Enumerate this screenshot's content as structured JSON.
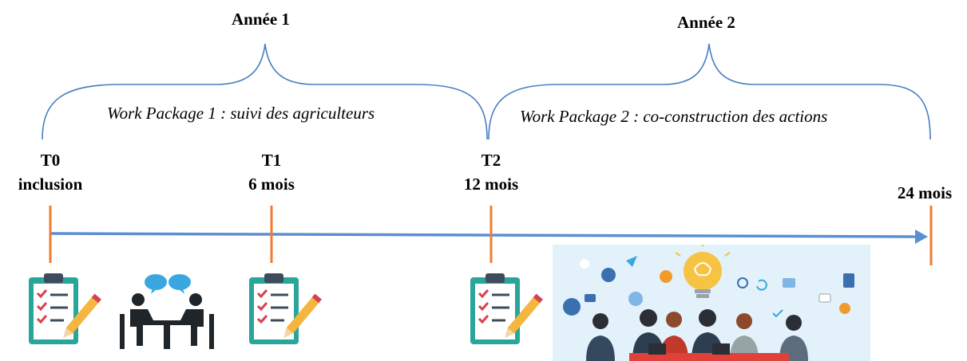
{
  "years": [
    {
      "label": "Année 1"
    },
    {
      "label": "Année 2"
    }
  ],
  "work_packages": [
    {
      "label": "Work Package 1 : suivi des agriculteurs"
    },
    {
      "label": "Work Package 2 : co-construction des actions"
    }
  ],
  "milestones": [
    {
      "code": "T0",
      "label": "inclusion"
    },
    {
      "code": "T1",
      "label": "6 mois"
    },
    {
      "code": "T2",
      "label": "12 mois"
    },
    {
      "code": "",
      "label": "24 mois"
    }
  ],
  "colors": {
    "timeline_arrow": "#5b8fd1",
    "milestone_tick": "#ed7d31",
    "bracket": "#4a7fc0",
    "clipboard_frame": "#2aa59a",
    "check_mark": "#d9414f",
    "pencil": "#f4b63e",
    "lightbulb": "#f6c343",
    "banner_bg": "#e3f1fb"
  },
  "icons": [
    "clipboard-checklist-icon",
    "meeting-discussion-icon",
    "clipboard-checklist-icon",
    "clipboard-checklist-icon",
    "co-construction-team-illustration"
  ]
}
